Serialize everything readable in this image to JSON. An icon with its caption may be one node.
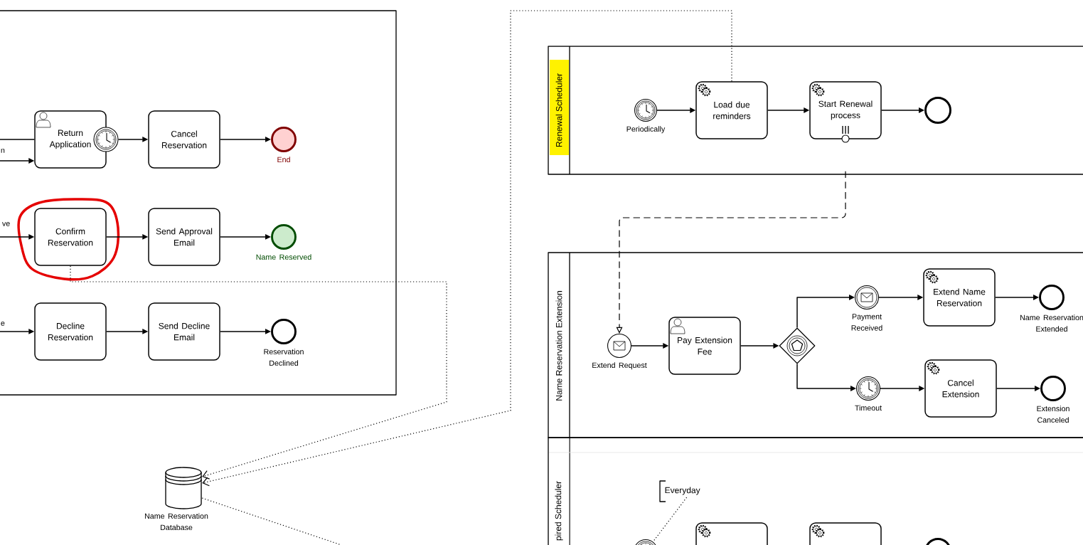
{
  "diagram": {
    "nodes": [
      {
        "text": [],
        "shape": "box"
      },
      {
        "text": [
          "Return Application"
        ],
        "in": 0
      },
      {
        "text": [],
        "shape": "circle",
        "in": 0
      },
      {
        "text": [
          "Cancel Reservation"
        ],
        "in": 0
      },
      {
        "text": [
          "End"
        ],
        "in": 0
      },
      {
        "text": [
          "Confirm Reservation"
        ],
        "in": 0
      },
      {
        "text": [
          "Send Approval Email"
        ],
        "in": 0
      },
      {
        "text": [
          "Name Reserved"
        ],
        "in": 0
      },
      {
        "text": [
          "Decline Reservation"
        ],
        "in": 0
      },
      {
        "text": [
          "Send Decline Email"
        ],
        "in": 0
      },
      {
        "text": [
          "Reservation Declined"
        ],
        "in": 0
      },
      {
        "text": [
          "Name Reservation Database"
        ]
      },
      {
        "text": [
          "Renewal Scheduler"
        ]
      },
      {
        "text": [
          "Periodically"
        ],
        "in": 12
      },
      {
        "text": [
          "Load due reminders"
        ],
        "in": 12
      },
      {
        "text": [
          "Start Renewal process"
        ],
        "in": 12
      },
      {
        "text": [],
        "shape": "circle",
        "in": 12
      },
      {
        "text": [
          "Name Reservation Extension"
        ]
      },
      {
        "text": [
          "Extend Request"
        ],
        "in": 17
      },
      {
        "text": [
          "Pay Extension Fee"
        ],
        "in": 17
      },
      {
        "text": [],
        "shape": "diamond",
        "in": 17
      },
      {
        "text": [
          "Payment Received"
        ],
        "in": 17
      },
      {
        "text": [
          "Extend Name Reservation"
        ],
        "in": 17
      },
      {
        "text": [
          "Name Reservation Extended"
        ],
        "in": 17
      },
      {
        "text": [
          "Timeout"
        ],
        "in": 17
      },
      {
        "text": [
          "Cancel Extension"
        ],
        "in": 17
      },
      {
        "text": [
          "Extension Canceled"
        ],
        "in": 17
      },
      {
        "text": [
          "pired Scheduler"
        ]
      },
      {
        "text": [
          "Everyday"
        ],
        "in": 27
      },
      {
        "text": [],
        "shape": "circle",
        "in": 27
      },
      {
        "text": [],
        "shape": "box",
        "in": 27
      },
      {
        "text": [],
        "shape": "box",
        "in": 27
      },
      {
        "text": [],
        "shape": "circle",
        "in": 27
      }
    ],
    "edges": [
      {
        "from": null,
        "to": 1,
        "arrow": "none"
      },
      {
        "from": null,
        "to": 1,
        "arrow": "to",
        "label": "n"
      },
      {
        "from": 2,
        "to": 3,
        "arrow": "to"
      },
      {
        "from": 3,
        "to": 4,
        "arrow": "to"
      },
      {
        "from": null,
        "to": 5,
        "arrow": "to",
        "label": "ve"
      },
      {
        "from": 5,
        "to": 6,
        "arrow": "to"
      },
      {
        "from": 6,
        "to": 7,
        "arrow": "to"
      },
      {
        "from": null,
        "to": 8,
        "arrow": "to",
        "label": "e"
      },
      {
        "from": 8,
        "to": 9,
        "arrow": "to"
      },
      {
        "from": 9,
        "to": 10,
        "arrow": "to"
      },
      {
        "from": 5,
        "to": 11,
        "arrow": "to",
        "style": "dashed"
      },
      {
        "from": 14,
        "to": 11,
        "arrow": "to",
        "style": "dashed"
      },
      {
        "from": 11,
        "to": null,
        "arrow": "none",
        "style": "dashed"
      },
      {
        "from": 15,
        "to": 18,
        "arrow": "to",
        "style": "dashed"
      },
      {
        "from": 13,
        "to": 14,
        "arrow": "to"
      },
      {
        "from": 14,
        "to": 15,
        "arrow": "to"
      },
      {
        "from": 15,
        "to": 16,
        "arrow": "to"
      },
      {
        "from": 18,
        "to": 19,
        "arrow": "to"
      },
      {
        "from": 19,
        "to": 20,
        "arrow": "to"
      },
      {
        "from": 20,
        "to": 21,
        "arrow": "to"
      },
      {
        "from": 21,
        "to": 22,
        "arrow": "to"
      },
      {
        "from": 22,
        "to": 23,
        "arrow": "to"
      },
      {
        "from": 20,
        "to": 24,
        "arrow": "to"
      },
      {
        "from": 24,
        "to": 25,
        "arrow": "to"
      },
      {
        "from": 25,
        "to": 26,
        "arrow": "to"
      },
      {
        "from": 28,
        "to": 29,
        "arrow": "none",
        "style": "dashed"
      }
    ]
  }
}
